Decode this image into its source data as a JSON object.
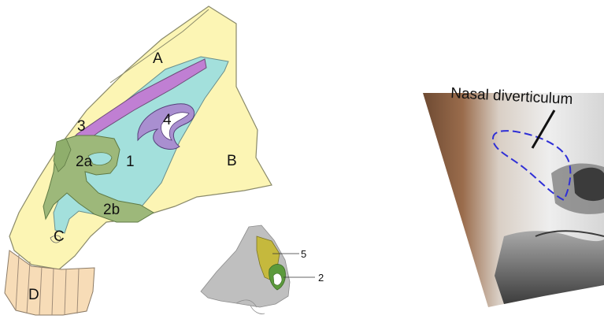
{
  "skull": {
    "labels": {
      "A": "A",
      "B": "B",
      "C": "C",
      "D": "D",
      "n1": "1",
      "n2a": "2a",
      "n2b": "2b",
      "n3": "3",
      "n4": "4"
    }
  },
  "nose_inset": {
    "labels": {
      "n5": "5",
      "n2": "2"
    }
  },
  "photo": {
    "title": "Nasal diverticulum"
  },
  "colors": {
    "bone": "#fcf5b4",
    "cavity": "#a3e0dc",
    "cartilage_green": "#9db87a",
    "purple": "#c07fd3",
    "lavender": "#a98fd0",
    "teeth": "#f7dcb7",
    "inset_grey": "#bfbfbf",
    "inset_olive": "#c5b93d",
    "inset_green": "#5c9a3c",
    "outline_blue": "#2f2fd6"
  }
}
